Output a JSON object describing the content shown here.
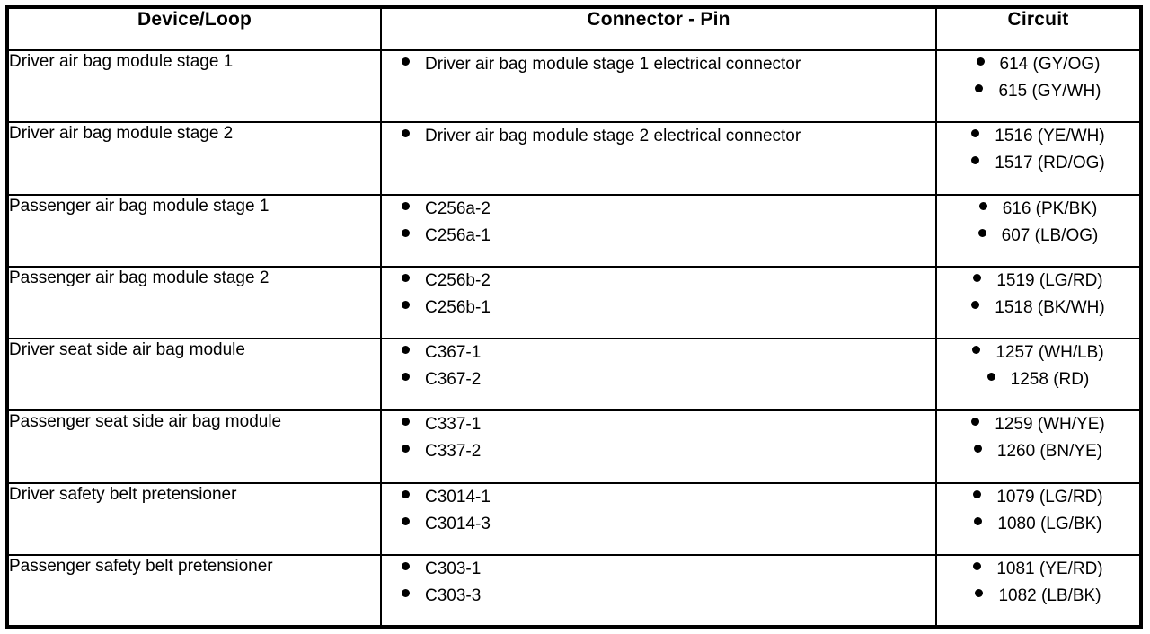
{
  "table": {
    "columns": [
      {
        "key": "device",
        "label": "Device/Loop"
      },
      {
        "key": "connector",
        "label": "Connector - Pin"
      },
      {
        "key": "circuit",
        "label": "Circuit"
      }
    ],
    "rows": [
      {
        "device": "Driver air bag module stage 1",
        "connectors": [
          "Driver air bag module stage 1 electrical connector"
        ],
        "circuits": [
          "614 (GY/OG)",
          "615 (GY/WH)"
        ]
      },
      {
        "device": "Driver air bag module stage 2",
        "connectors": [
          "Driver air bag module stage 2 electrical connector"
        ],
        "circuits": [
          "1516 (YE/WH)",
          "1517 (RD/OG)"
        ]
      },
      {
        "device": "Passenger air bag module stage 1",
        "connectors": [
          "C256a-2",
          "C256a-1"
        ],
        "circuits": [
          "616 (PK/BK)",
          "607 (LB/OG)"
        ]
      },
      {
        "device": "Passenger air bag module stage 2",
        "connectors": [
          "C256b-2",
          "C256b-1"
        ],
        "circuits": [
          "1519 (LG/RD)",
          "1518 (BK/WH)"
        ]
      },
      {
        "device": "Driver seat side air bag module",
        "connectors": [
          "C367-1",
          "C367-2"
        ],
        "circuits": [
          "1257 (WH/LB)",
          "1258 (RD)"
        ]
      },
      {
        "device": "Passenger seat side air bag module",
        "connectors": [
          "C337-1",
          "C337-2"
        ],
        "circuits": [
          "1259 (WH/YE)",
          "1260 (BN/YE)"
        ]
      },
      {
        "device": "Driver safety belt pretensioner",
        "connectors": [
          "C3014-1",
          "C3014-3"
        ],
        "circuits": [
          "1079 (LG/RD)",
          "1080 (LG/BK)"
        ]
      },
      {
        "device": "Passenger safety belt pretensioner",
        "connectors": [
          "C303-1",
          "C303-3"
        ],
        "circuits": [
          "1081 (YE/RD)",
          "1082 (LB/BK)"
        ]
      }
    ]
  },
  "style": {
    "border_color": "#000000",
    "text_color": "#000000",
    "background": "#ffffff"
  }
}
